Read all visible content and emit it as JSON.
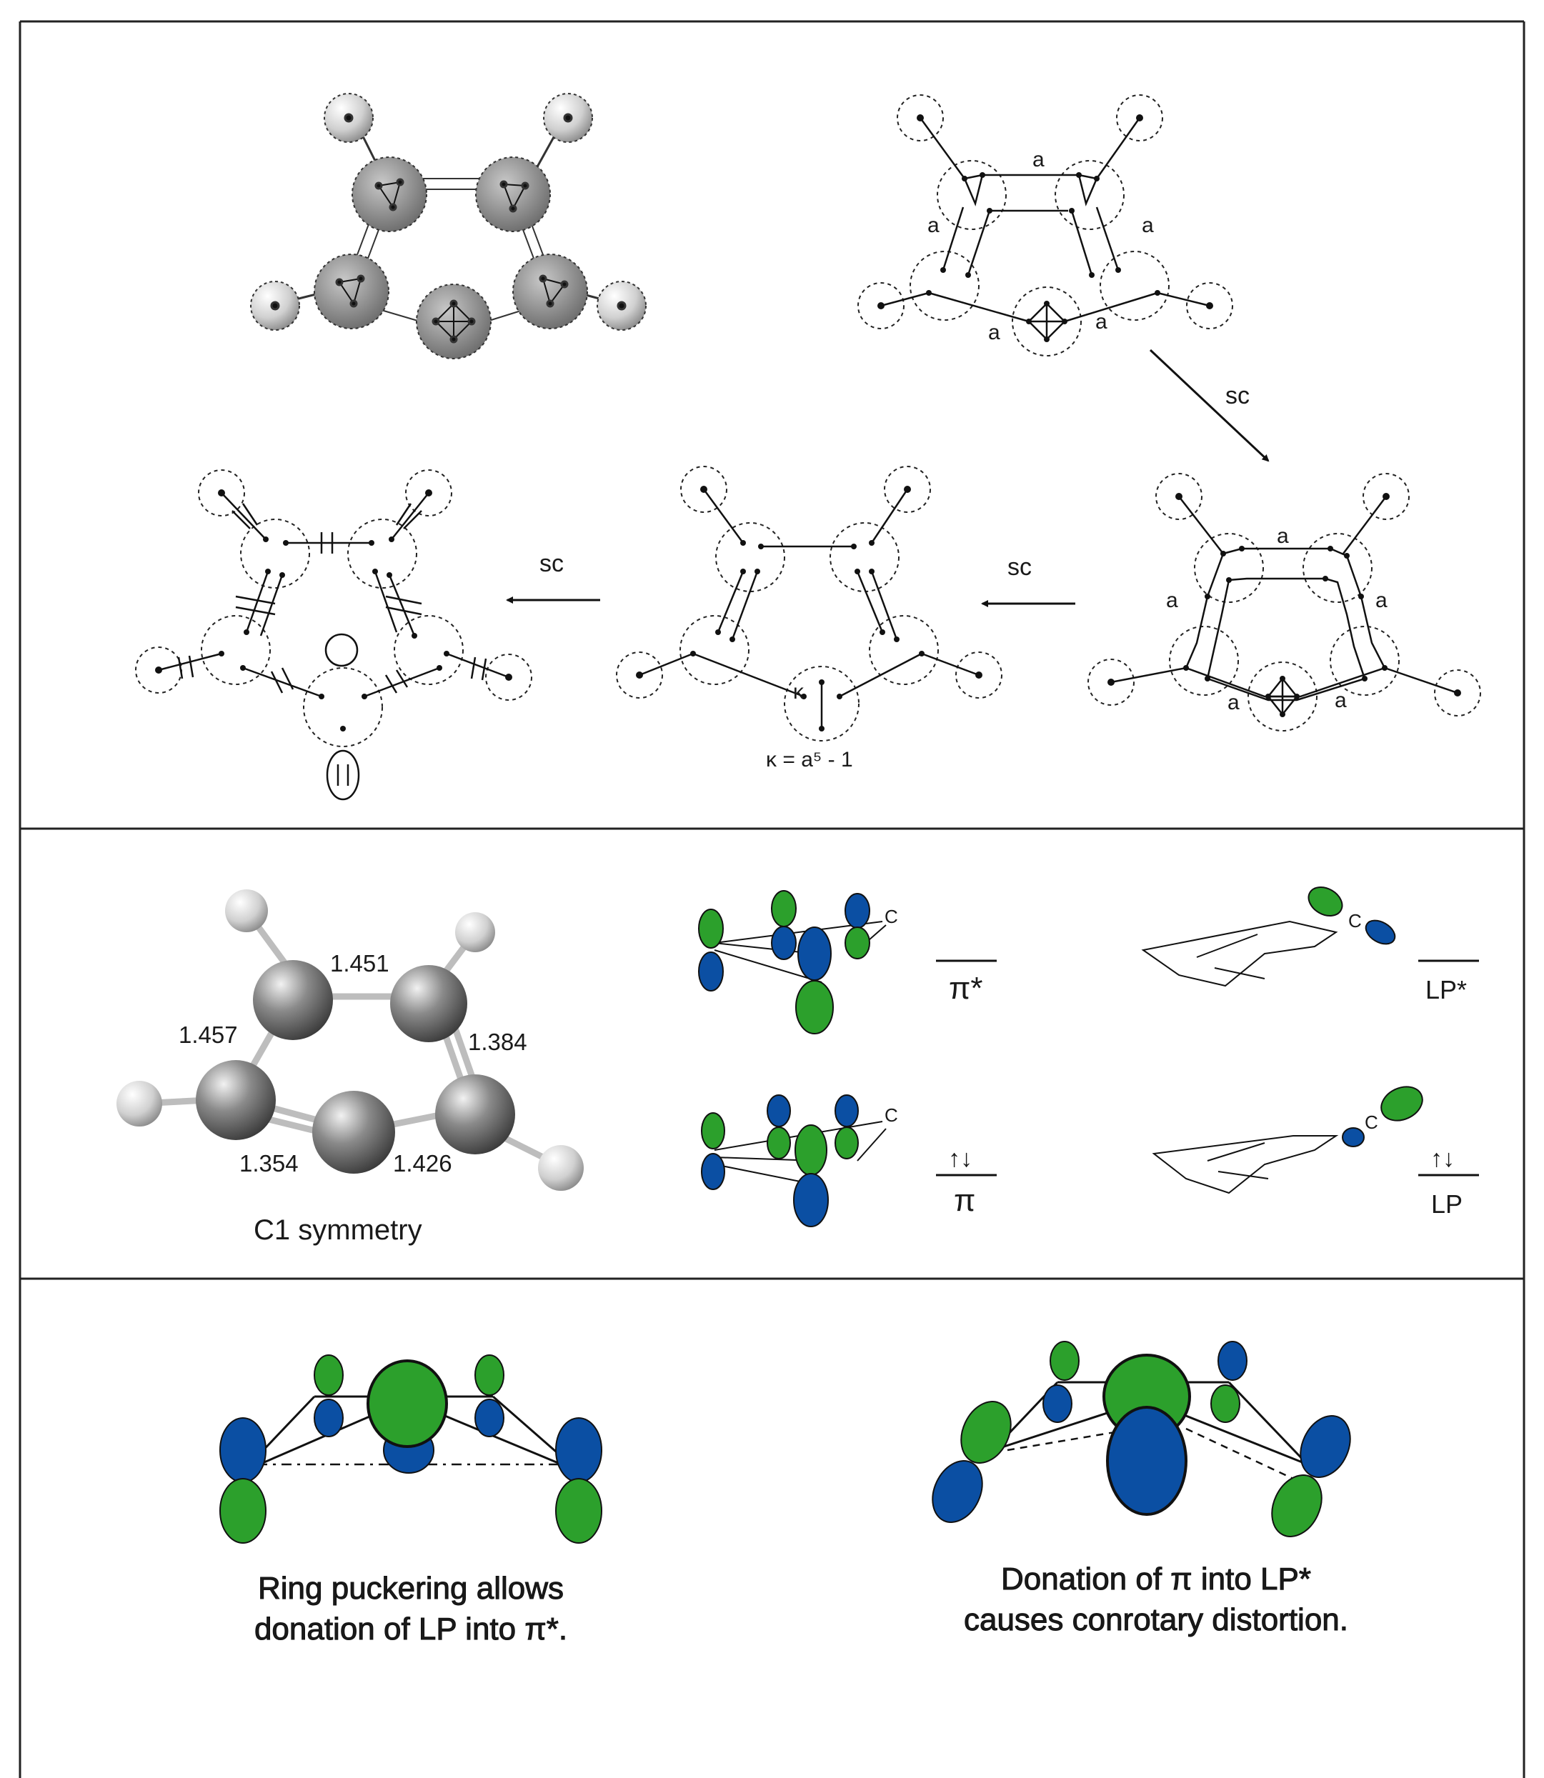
{
  "panel1": {
    "bond_label": "a",
    "arrow_label": "sc",
    "kappa_symbol": "κ",
    "kappa_equation": "κ = a⁵ - 1"
  },
  "panel2": {
    "bonds": {
      "top": "1.451",
      "upper_left": "1.457",
      "upper_right": "1.384",
      "lower_left": "1.354",
      "lower_right": "1.426"
    },
    "symmetry": "C1 symmetry",
    "atom_c": "C",
    "levels": {
      "pi_star": "π*",
      "pi": "π",
      "lp_star": "LP*",
      "lp": "LP",
      "spin_pair": "↑↓"
    }
  },
  "panel3": {
    "caption_left": [
      "Ring puckering allows",
      "donation of LP into π*."
    ],
    "caption_right": [
      "Donation of π into LP*",
      "causes conrotary distortion."
    ]
  },
  "colors": {
    "green": "#2ca02c",
    "blue": "#0b4fa3",
    "atom_gray": "#6e6e6e",
    "frame": "#222222"
  }
}
